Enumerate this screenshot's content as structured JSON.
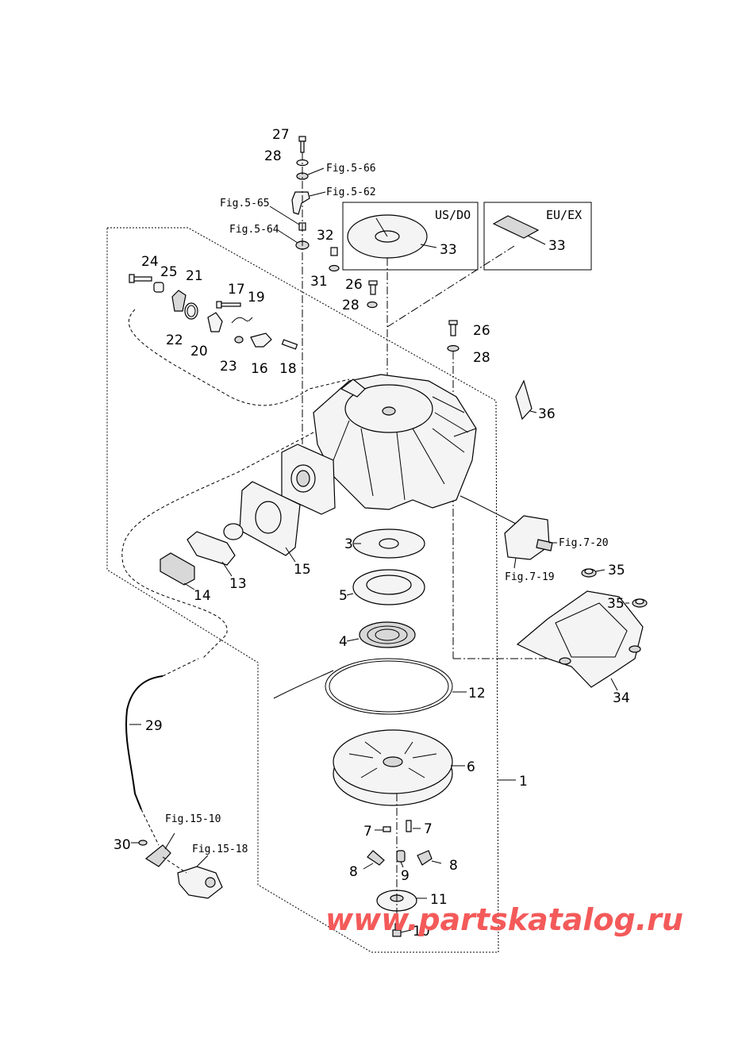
{
  "callouts": {
    "c1": "1",
    "c3": "3",
    "c4": "4",
    "c5": "5",
    "c6": "6",
    "c7a": "7",
    "c7b": "7",
    "c8a": "8",
    "c8b": "8",
    "c9": "9",
    "c10": "10",
    "c11": "11",
    "c12": "12",
    "c13": "13",
    "c14": "14",
    "c15": "15",
    "c16": "16",
    "c17": "17",
    "c18": "18",
    "c19": "19",
    "c20": "20",
    "c21": "21",
    "c22": "22",
    "c23": "23",
    "c24": "24",
    "c25": "25",
    "c26a": "26",
    "c26b": "26",
    "c27": "27",
    "c28a": "28",
    "c28b": "28",
    "c28c": "28",
    "c29": "29",
    "c30": "30",
    "c31": "31",
    "c32": "32",
    "c33a": "33",
    "c33b": "33",
    "c34": "34",
    "c35a": "35",
    "c35b": "35",
    "c36": "36"
  },
  "figure_refs": {
    "f566": "Fig.5-66",
    "f562": "Fig.5-62",
    "f565": "Fig.5-65",
    "f564": "Fig.5-64",
    "f720": "Fig.7-20",
    "f719": "Fig.7-19",
    "f1510": "Fig.15-10",
    "f1518": "Fig.15-18"
  },
  "boxes": {
    "us_do": "US/DO",
    "eu_ex": "EU/EX"
  },
  "watermark": "www.partskatalog.ru"
}
